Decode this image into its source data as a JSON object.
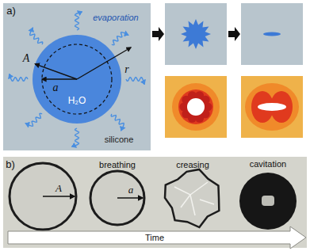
{
  "diagram": {
    "nodes": [
      {
        "text": [
          "silicone"
        ]
      },
      {
        "text": [
          "H₂O"
        ],
        "in": 0
      }
    ],
    "labels": [
      "a)",
      "evaporation",
      "A",
      "a",
      "r",
      "b)",
      "breathing",
      "creasing",
      "cavitation",
      "A",
      "a",
      "Time"
    ]
  }
}
